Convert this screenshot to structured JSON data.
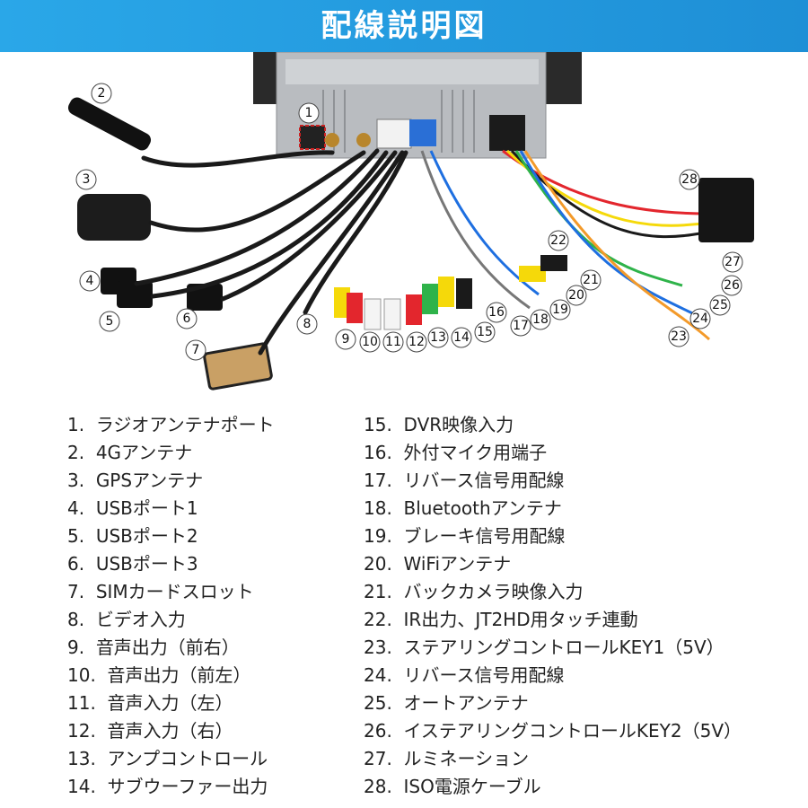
{
  "header": {
    "title": "配線説明図"
  },
  "callouts": [
    "1",
    "2",
    "3",
    "4",
    "5",
    "6",
    "7",
    "8",
    "9",
    "10",
    "11",
    "12",
    "13",
    "14",
    "15",
    "16",
    "17",
    "18",
    "19",
    "20",
    "21",
    "22",
    "23",
    "24",
    "25",
    "26",
    "27",
    "28"
  ],
  "legend": {
    "left": [
      {
        "num": "1.",
        "text": "ラジオアンテナポート"
      },
      {
        "num": "2.",
        "text": "4Gアンテナ"
      },
      {
        "num": "3.",
        "text": "GPSアンテナ"
      },
      {
        "num": "4.",
        "text": "USBポート1"
      },
      {
        "num": "5.",
        "text": "USBポート2"
      },
      {
        "num": "6.",
        "text": "USBポート3"
      },
      {
        "num": "7.",
        "text": "SIMカードスロット"
      },
      {
        "num": "8.",
        "text": "ビデオ入力"
      },
      {
        "num": "9.",
        "text": "音声出力（前右）"
      },
      {
        "num": "10.",
        "text": "音声出力（前左）"
      },
      {
        "num": "11.",
        "text": "音声入力（左）"
      },
      {
        "num": "12.",
        "text": "音声入力（右）"
      },
      {
        "num": "13.",
        "text": "アンプコントロール"
      },
      {
        "num": "14.",
        "text": "サブウーファー出力"
      }
    ],
    "right": [
      {
        "num": "15.",
        "text": "DVR映像入力"
      },
      {
        "num": "16.",
        "text": "外付マイク用端子"
      },
      {
        "num": "17.",
        "text": "リバース信号用配線"
      },
      {
        "num": "18.",
        "text": "Bluetoothアンテナ"
      },
      {
        "num": "19.",
        "text": "ブレーキ信号用配線"
      },
      {
        "num": "20.",
        "text": "WiFiアンテナ"
      },
      {
        "num": "21.",
        "text": "バックカメラ映像入力"
      },
      {
        "num": "22.",
        "text": "IR出力、JT2HD用タッチ連動"
      },
      {
        "num": "23.",
        "text": "ステアリングコントロールKEY1（5V）"
      },
      {
        "num": "24.",
        "text": "リバース信号用配線"
      },
      {
        "num": "25.",
        "text": "オートアンテナ"
      },
      {
        "num": "26.",
        "text": "イステアリングコントロールKEY2（5V）"
      },
      {
        "num": "27.",
        "text": "ルミネーション"
      },
      {
        "num": "28.",
        "text": "ISO電源ケーブル"
      }
    ]
  },
  "colors": {
    "header": "#2aa7e8",
    "cable": "#1a1a1a",
    "rca_yellow": "#f5d90a",
    "rca_red": "#e3262d",
    "rca_white": "#f4f4f4",
    "rca_green": "#2fb34a"
  }
}
